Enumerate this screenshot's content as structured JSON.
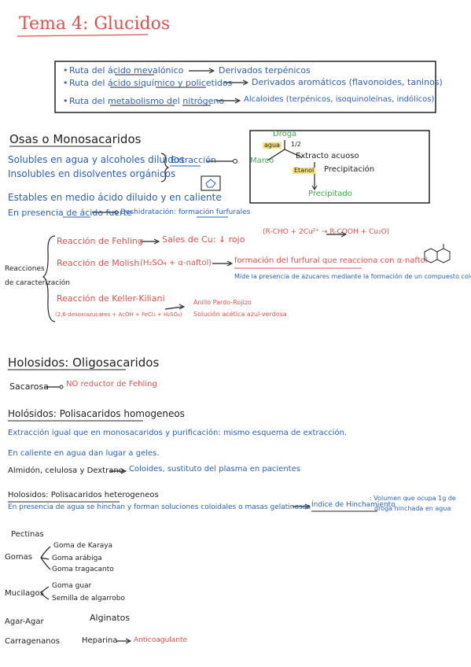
{
  "title": "Tema 4: Glucidos",
  "routes": [
    {
      "route": "Ruta del ácido mevalónico",
      "result": "Derivados terpénicos"
    },
    {
      "route": "Ruta del ácido siquímico y policetidos",
      "result": "Derivados aromáticos (flavonoides, taninos)"
    },
    {
      "route": "Ruta del metabolismo del nitrógeno",
      "result": "Alcaloides (terpénicos, isoquinoleínas, indólicos)"
    }
  ],
  "osas": {
    "heading": "Osas o Monosacaridos",
    "soluble_1": "Solubles en agua y alcoholes diluidos",
    "soluble_2": "Insolubles en disolventes orgánicos",
    "extraction": "Extracción",
    "stable": "Estables en medio ácido diluido y en caliente",
    "acid": "En presencia de ácido fuerte",
    "dehydration": "Deshidratación: formación furfurales",
    "diagram": {
      "droga": "Droga",
      "agua": "agua",
      "ratio": "1/2",
      "marco": "Marco",
      "extracto": "Extracto acuoso",
      "etanol": "Etanol",
      "precipitacion": "Precipitación",
      "precipitado": "Precipitado"
    }
  },
  "reactions": {
    "label_1": "Reacciones",
    "label_2": "de caracterización",
    "fehling": "Reacción de Fehling",
    "fehling_result": "Sales de Cu: ↓ rojo",
    "fehling_eq": "(R-CHO + 2Cu²⁺ → R-COOH + Cu₂O)",
    "molish": "Reacción de Molish",
    "molish_reagent": "(H₂SO₄ + α-naftol)",
    "molish_result": "formación del furfural que reacciona con α-naftol",
    "molish_note": "Mide la presencia de azucares mediante la formación de un compuesto coloreado",
    "kk": "Reacción de Keller-Kiliani",
    "kk_reagent": "(2,6-desoxiazucares + AcOH + FeCl₃ + H₂SO₄)",
    "kk_result_1": "Anillo Pardo-Rojizo",
    "kk_result_2": "Solución acética azul-verdosa"
  },
  "holosidos": {
    "heading": "Holosidos: Oligosacaridos",
    "sacarosa": "Sacarosa",
    "sacarosa_note": "NO reductor de Fehling"
  },
  "poli_homo": {
    "heading": "Holósidos: Polisacaridos homogeneos",
    "line1": "Extracción igual que en monosacaridos y purificación: mismo esquema de extracción.",
    "line2": "En caliente en agua dan lugar a geles.",
    "line3_a": "Almidón, celulosa y Dextrano",
    "line3_b": "Coloides, sustituto del plasma en pacientes"
  },
  "poli_hetero": {
    "heading": "Holosidos: Polisacaridos heterogeneos",
    "line1": "En presencia de agua se hinchan y forman soluciones coloidales o masas gelatinosas",
    "index": "Índice de Hinchamiento",
    "index_note_1": ": Volumen que ocupa 1g de",
    "index_note_2": "droga hinchada en agua",
    "pectinas": "Pectinas",
    "gomas": "Gomas",
    "gomas_items": [
      "Goma de Karaya",
      "Goma arábiga",
      "Goma tragacanto"
    ],
    "mucilagos": "Mucilagos",
    "mucilagos_items": [
      "Goma guar",
      "Semilla de algarrobo"
    ],
    "agar": "Agar-Agar",
    "alginatos": "Alginatos",
    "carragenanos": "Carragenanos",
    "heparina": "Heparina",
    "heparina_note": "Anticoagulante"
  }
}
